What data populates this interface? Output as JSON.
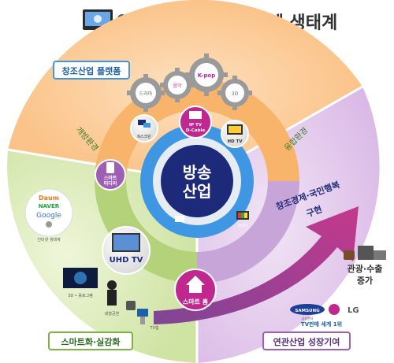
{
  "title": "방송산업의 창조경제 생태계",
  "labels": {
    "platform": "창조산업 플랫폼",
    "smart": "스마트화·실감화",
    "related": "연관산업 성장기여",
    "open": "개방환경",
    "convergence": "융합환경",
    "center_line1": "방송",
    "center_line2": "산업",
    "goal_line1": "창조경제·국민행복",
    "goal_line2": "구현",
    "tourism_line1": "관광·수출",
    "tourism_line2": "증가",
    "tv_sales": "TV판매 세계 1위",
    "samsung": "SAMSUNG",
    "samsung_sub": "삼성전자",
    "lg": "LG"
  },
  "gears": [
    "드라마",
    "음악",
    "K-pop",
    "3D"
  ],
  "nodes": {
    "n_screen": "N스크린",
    "iptv_line1": "IP TV",
    "iptv_line2": "D-Cable",
    "hdtv": "HD TV",
    "smart_media_line1": "스마트",
    "smart_media_line2": "미디어",
    "uhdtv": "UHD TV",
    "smart_home": "스마트 홈"
  },
  "inner_icons": {
    "blue_tv": "",
    "color_tv": "컬러TV"
  },
  "portals": {
    "daum": "Daum",
    "naver": "NAVER",
    "google": "Google",
    "caption": "인터넷 생태계"
  },
  "misc": {
    "hologram": "3D • 홀로그램",
    "concert": "대형공연",
    "tvcaption": "TV앱"
  },
  "colors": {
    "orange": "#f9b46b",
    "green": "#c8df9a",
    "purple": "#9c5fb4",
    "blue": "#3f97e3",
    "navy": "#1d2a7a",
    "magenta": "#c0278f"
  }
}
